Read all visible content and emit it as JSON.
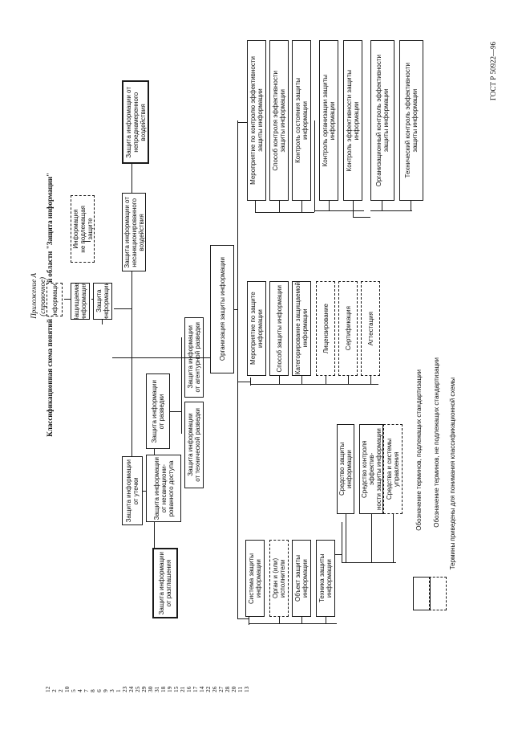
{
  "header": {
    "appendix": "Приложение А",
    "reference": "(справочное)",
    "title": "Классификационная схема понятий предметной области \"Защита информации\"",
    "doc_code": "ГОСТ Р 50922—96"
  },
  "top": {
    "info": "Информация",
    "protected": "Защищаемая\nинформация",
    "not_protected": "Информация\nне подлежащая\nзащите",
    "protection": "Защита\nинформации"
  },
  "branches": {
    "leak": "Защита информации\nот утечки",
    "unauth_impact": "Защита информации от\nнесанкционированного\nвоздействия",
    "unintended": "Защита информации от\nнепреднамеренного\nвоздействия",
    "disclosure": "Защита информации\nот разглашения",
    "unauth_access": "Защита информации\nот несанкциони-\nрованного доступа",
    "intelligence": "Защита информации\nот разведки",
    "tech_intel": "Защита информации\nот технической разведки",
    "agent_intel": "Защита информации\nот агентурной разведки"
  },
  "organization": {
    "title": "Организация защиты информации",
    "left": [
      "Система защиты информации",
      "Орган и (или) исполнители",
      "Объект защиты информации",
      "Техника защиты информации"
    ],
    "technique_children": [
      "Средство защиты информации",
      "Средство контроля эффектив-\nности защиты информации",
      "Средства и системы\nуправления"
    ],
    "middle": [
      "Мероприятие по защите информации",
      "Способ защиты информации",
      "Категорирование защищаемой\nинформации",
      "Лицензирование",
      "Сертификация",
      "Аттестация"
    ],
    "right_a": [
      "Мероприятие по контролю эффективности\nзащиты информации",
      "Способ контроля эффективности\nзащиты информации",
      "Контроль состояния защиты\nинформации"
    ],
    "right_b": [
      "Контроль организации защиты\nинформации",
      "Контроль эффективности защиты\nинформации"
    ],
    "right_c": [
      "Организационный контроль эффективности\nзащиты информации",
      "Технический контроль эффективности\nзащиты информации"
    ]
  },
  "numbers": [
    "12",
    "2",
    "2",
    "10",
    "5",
    "4",
    "7",
    "8",
    "6",
    "9",
    "3",
    "1",
    "23",
    "24",
    "25",
    "29",
    "30",
    "31",
    "18",
    "19",
    "15",
    "21",
    "16",
    "17",
    "14",
    "22",
    "26",
    "27",
    "28",
    "20",
    "11",
    "13"
  ],
  "legend": {
    "solid": "Обозначение терминов, подлежащих стандартизации",
    "dashed": "Обозначение терминов, не подлежащих стандартизации",
    "note": "Термины приведены для понимания классификационной схемы"
  }
}
